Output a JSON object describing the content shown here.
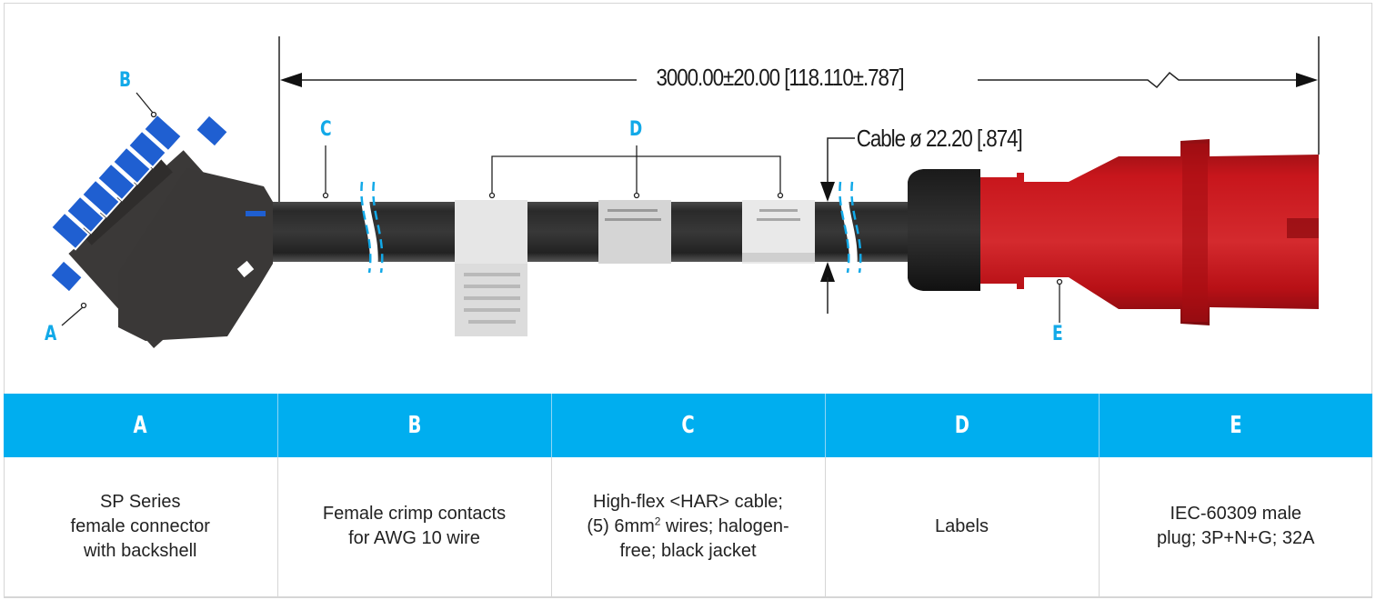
{
  "drawing": {
    "overall_length_label": "3000.00±20.00 [118.110±.787]",
    "cable_diameter_label": "Cable ø 22.20 [.874]",
    "callouts": {
      "A": "A",
      "B": "B",
      "C": "C",
      "D": "D",
      "E": "E"
    },
    "colors": {
      "callout": "#12a9e8",
      "plug_red": "#c0141a",
      "cable_black": "#262626",
      "contact_blue": "#1f5fd1"
    }
  },
  "spec_table": {
    "header_color": "#00aeef",
    "columns": [
      {
        "key": "A",
        "description": "SP Series\nfemale connector\nwith backshell"
      },
      {
        "key": "B",
        "description": "Female crimp contacts\nfor AWG 10 wire"
      },
      {
        "key": "C",
        "description_line1": "High-flex <HAR> cable;",
        "description_line2_pre": "(5) 6mm",
        "description_line2_sup": "2",
        "description_line2_post": " wires; halogen-",
        "description_line3": "free; black jacket"
      },
      {
        "key": "D",
        "description": "Labels"
      },
      {
        "key": "E",
        "description": "IEC-60309 male\nplug; 3P+N+G; 32A"
      }
    ]
  }
}
